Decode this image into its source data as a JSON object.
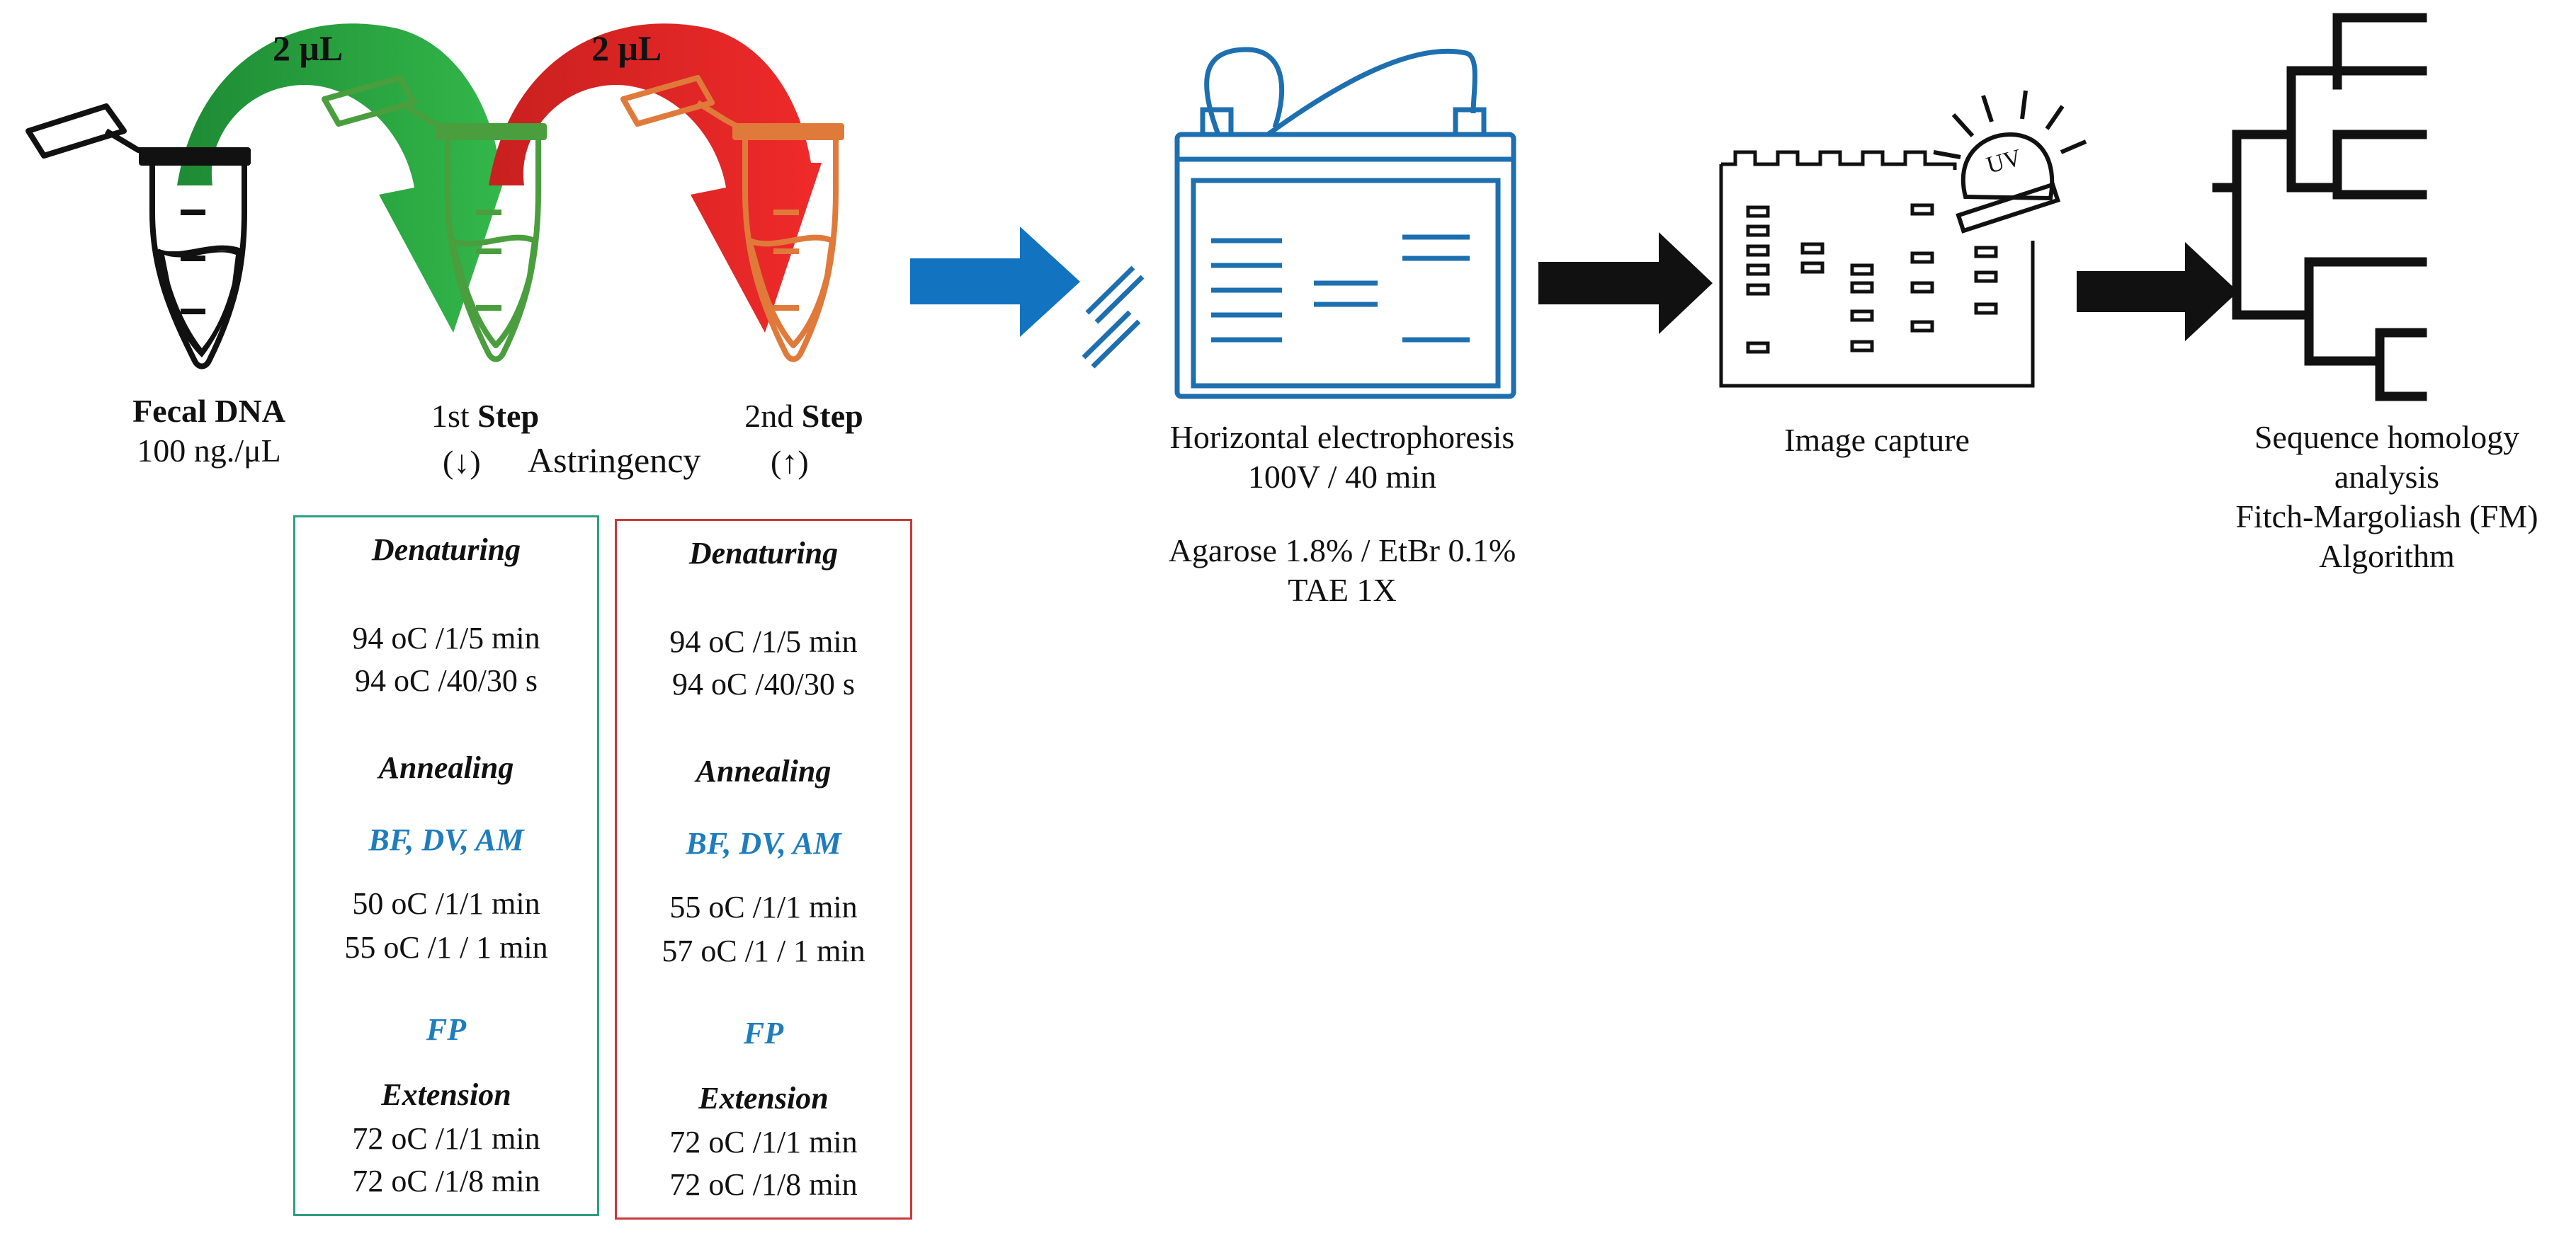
{
  "transfer_volume": "2 μL",
  "sample": {
    "name": "Fecal DNA",
    "concentration": "100 ng./μL"
  },
  "steps": {
    "first_prefix": "1st ",
    "second_prefix": "2nd ",
    "step_word": "Step",
    "low_arrow": "(↓)",
    "high_arrow": "(↑)",
    "astringency": "Astringency"
  },
  "program_boxes": [
    {
      "border_color": "#2e9e82",
      "denaturing_title": "Denaturing",
      "denaturing": [
        "94 oC /1/5 min",
        "94 oC /40/30 s"
      ],
      "annealing_title": "Annealing",
      "primers_group_1": "BF, DV, AM",
      "annealing": [
        "50 oC /1/1 min",
        "55 oC /1 / 1 min"
      ],
      "primers_group_2": "FP",
      "extension_title": "Extension",
      "extension": [
        "72 oC /1/1 min",
        "72 oC /1/8  min"
      ]
    },
    {
      "border_color": "#c9393a",
      "denaturing_title": "Denaturing",
      "denaturing": [
        "94 oC /1/5 min",
        "94 oC /40/30 s"
      ],
      "annealing_title": "Annealing",
      "primers_group_1": "BF, DV, AM",
      "annealing": [
        "55 oC /1/1 min",
        "57 oC /1 / 1 min"
      ],
      "primers_group_2": "FP",
      "extension_title": "Extension",
      "extension": [
        "72 oC /1/1 min",
        "72 oC /1/8  min"
      ]
    }
  ],
  "electrophoresis": {
    "title": "Horizontal electrophoresis",
    "conditions": "100V / 40 min",
    "gel": "Agarose 1.8% / EtBr 0.1%",
    "buffer": "TAE 1X"
  },
  "imaging": {
    "title": "Image capture",
    "uv_label": "UV"
  },
  "analysis": {
    "line1": "Sequence homology",
    "line2": "analysis",
    "line3": "Fitch-Margoliash (FM)",
    "line4": "Algorithm"
  },
  "colors": {
    "green": "#2a9a3c",
    "red": "#d8262b",
    "orange": "#e07a3a",
    "tube_green": "#4a9e3e",
    "blue_arrow": "#1273c0",
    "apparatus": "#1d6fb0",
    "primer_blue": "#1f7dbd"
  }
}
